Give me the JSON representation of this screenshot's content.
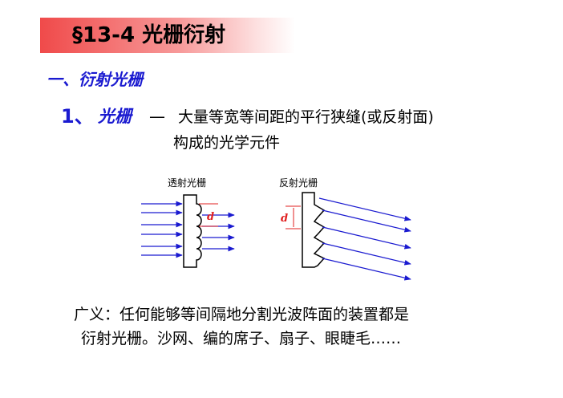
{
  "title": "§13-4  光栅衍射",
  "section": {
    "heading": "一、衍射光栅"
  },
  "definition": {
    "number": "1、",
    "term": "光栅",
    "dash": "—",
    "line1": "大量等宽等间距的平行狭缝(或反射面)",
    "line2": "构成的光学元件"
  },
  "figure": {
    "transmission_label": "透射光栅",
    "reflection_label": "反射光栅",
    "spacing_symbol": "d"
  },
  "summary": {
    "line1": "广义：任何能够等间隔地分割光波阵面的装置都是",
    "line2": "衍射光栅。沙网、编的席子、扇子、眼睫毛……"
  },
  "colors": {
    "title_gradient_start": "#f04a4a",
    "heading": "#1a1ad0",
    "arrow": "#1a1ad0",
    "spacing_marker": "#e02020"
  }
}
